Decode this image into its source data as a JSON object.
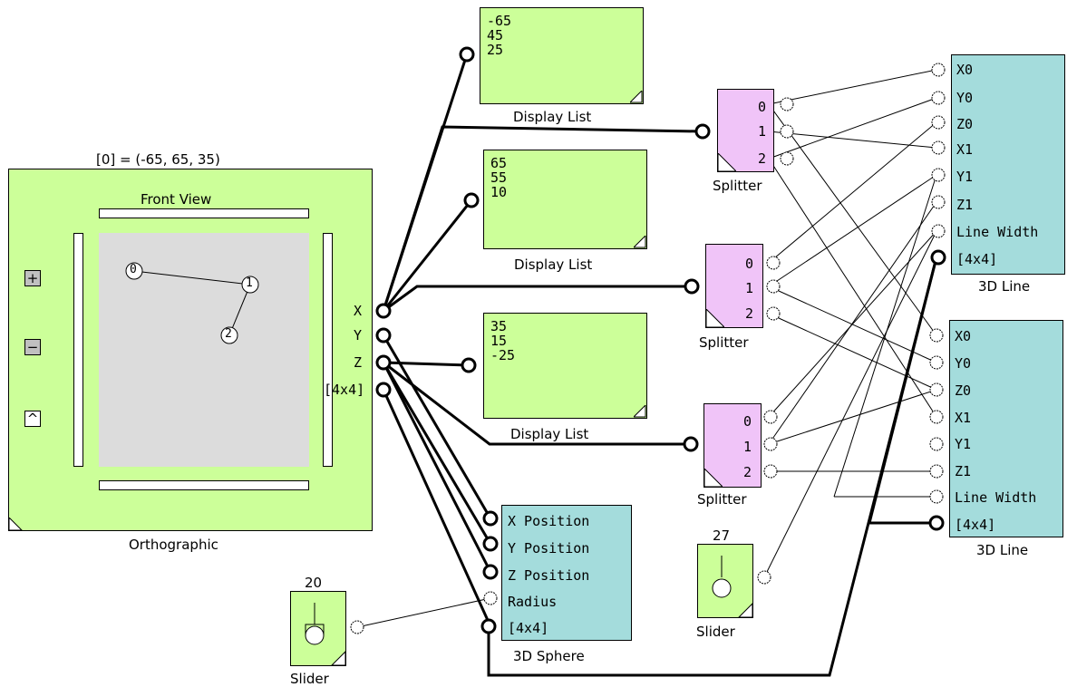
{
  "ortho": {
    "header": "[0] = (-65, 65, 35)",
    "view_title": "Front View",
    "caption": "Orthographic",
    "buttons": {
      "zoom_in": "+",
      "zoom_out": "−",
      "up": "^"
    },
    "points": [
      "0",
      "1",
      "2"
    ],
    "outputs": [
      "X",
      "Y",
      "Z",
      "[4x4]"
    ]
  },
  "display_lists": [
    {
      "lines": "-65\n45\n25",
      "caption": "Display List"
    },
    {
      "lines": "65\n55\n10",
      "caption": "Display List"
    },
    {
      "lines": "35\n15\n-25",
      "caption": "Display List"
    }
  ],
  "splitters": [
    {
      "ports": [
        "0",
        "1",
        "2"
      ],
      "caption": "Splitter"
    },
    {
      "ports": [
        "0",
        "1",
        "2"
      ],
      "caption": "Splitter"
    },
    {
      "ports": [
        "0",
        "1",
        "2"
      ],
      "caption": "Splitter"
    }
  ],
  "lines3d": [
    {
      "inputs": [
        "X0",
        "Y0",
        "Z0",
        "X1",
        "Y1",
        "Z1",
        "Line Width",
        "[4x4]"
      ],
      "caption": "3D Line"
    },
    {
      "inputs": [
        "X0",
        "Y0",
        "Z0",
        "X1",
        "Y1",
        "Z1",
        "Line Width",
        "[4x4]"
      ],
      "caption": "3D Line"
    }
  ],
  "sphere": {
    "inputs": [
      "X Position",
      "Y Position",
      "Z Position",
      "Radius",
      "[4x4]"
    ],
    "caption": "3D Sphere"
  },
  "sliders": [
    {
      "value": "20",
      "caption": "Slider"
    },
    {
      "value": "27",
      "caption": "Slider"
    }
  ],
  "colors": {
    "green": "#ccff99",
    "pink": "#f0c4f8",
    "cyan": "#a4dcdc",
    "view_gray": "#dcdcdc"
  }
}
